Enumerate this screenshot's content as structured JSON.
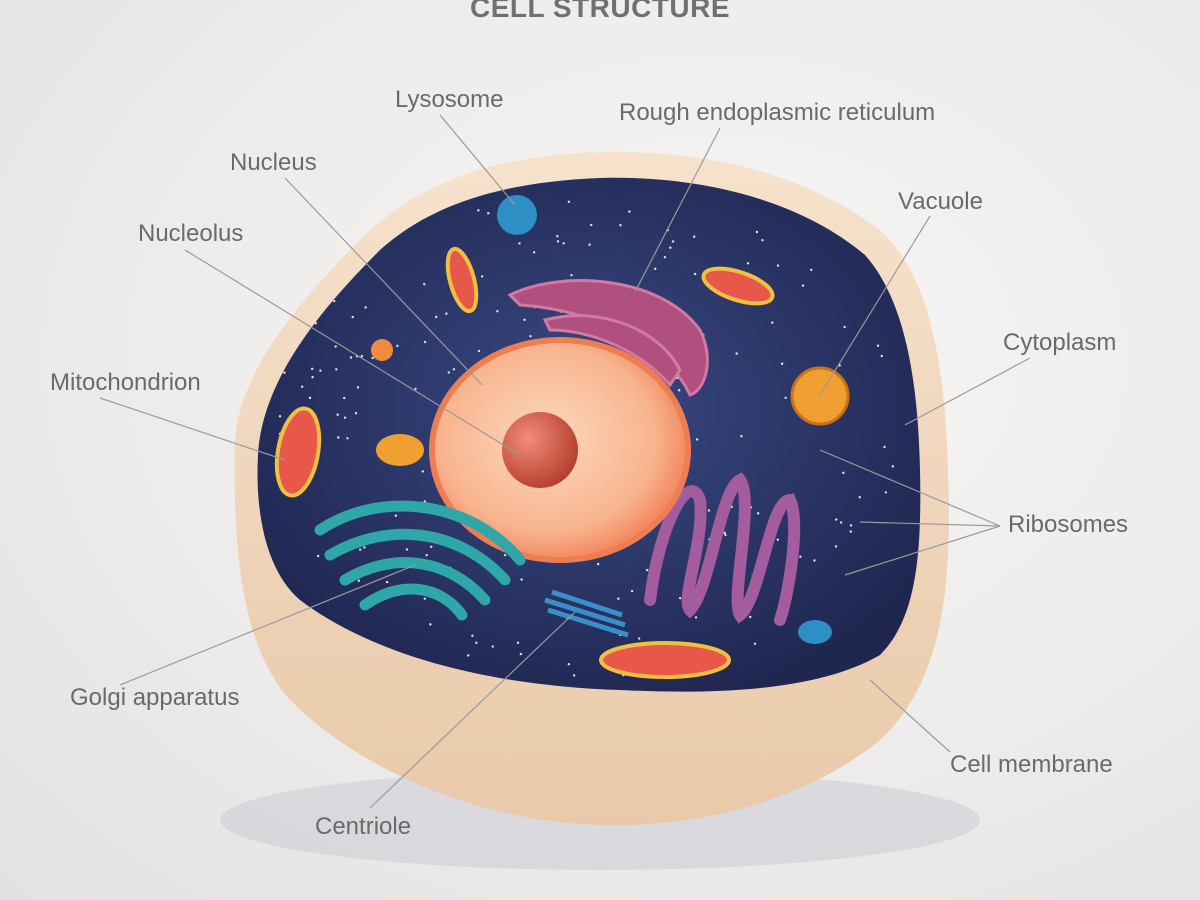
{
  "title": "CELL STRUCTURE",
  "labels": {
    "lysosome": "Lysosome",
    "rough_er": "Rough endoplasmic reticulum",
    "nucleus": "Nucleus",
    "nucleolus": "Nucleolus",
    "vacuole": "Vacuole",
    "cytoplasm": "Cytoplasm",
    "mitochondrion": "Mitochondrion",
    "ribosomes": "Ribosomes",
    "golgi": "Golgi apparatus",
    "centriole": "Centriole",
    "cell_membrane": "Cell membrane"
  },
  "colors": {
    "membrane": "#f3d9bf",
    "cytoplasm": "#2b3566",
    "nucleus": "#f7a07a",
    "golgi": "#2fa6a8",
    "rough_er": "#b0507e",
    "lysosome": "#2d8fc4",
    "vacuole": "#f0a030",
    "label_text": "#6a6a6a"
  }
}
